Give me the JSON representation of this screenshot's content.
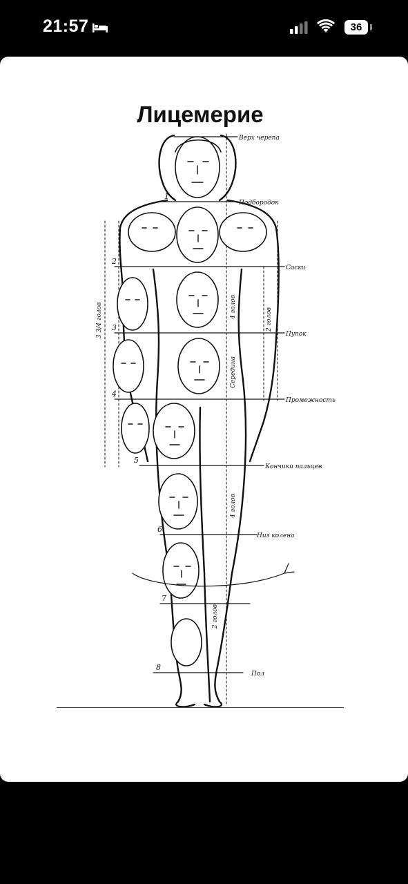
{
  "status_bar": {
    "time": "21:57",
    "battery_level": "36",
    "icons": [
      "bed-icon",
      "signal-icon",
      "wifi-icon",
      "battery-icon"
    ]
  },
  "meme": {
    "title": "Лицемерие",
    "labels": {
      "top_of_skull": "Верх черепа",
      "chin": "Подбородок",
      "nipples": "Соски",
      "navel": "Пупок",
      "crotch": "Промежность",
      "fingertips": "Кончики пальцев",
      "below_knee": "Низ колена",
      "feet": "Пол"
    },
    "numbers": [
      "1",
      "2",
      "3",
      "4",
      "5",
      "6",
      "7",
      "8"
    ],
    "measures": {
      "left_span": "3 3/4 голов",
      "torso": "4 голов",
      "mid": "Середина",
      "leg": "4 голов",
      "half_upper": "2 голов",
      "half_lower": "2 голов"
    }
  },
  "colors": {
    "background": "#000000",
    "card": "#ffffff",
    "ink": "#111111"
  }
}
